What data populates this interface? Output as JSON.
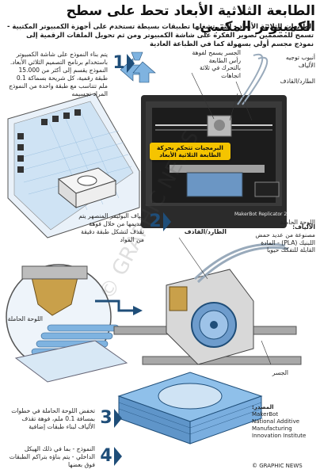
{
  "title": "الطابعة الثلاثية الأبعاد تحط على سطح الكمبيوتر المكتبي",
  "intro": "الطابعات الثلاثية الأبعاد - التي تشغلها تطبيقات بسيطة تستخدم على أجهزة الكمبيوتر المكتبية - تسمح للمصممين تصوير الفكرة على شاشة الكمبيوتر ومن ثم تحويل الملفات الرقمية إلى نموذج مجسم أولي بسهولة كما في الطباعة العادية",
  "steps": [
    {
      "number": "1",
      "text": "يتم بناء النموذج على شاشة الكمبيوتر باستخدام برنامج التصميم الثلاثي الأبعاد. النموذج يقسم إلى أكثر من 15.000 طبقة رقمية، كل شريحة بسماكة 0.1 ملم تتناسب مع طبقة واحدة من النموذج المراد تجسيمه"
    },
    {
      "number": "2",
      "text": "ألياف البوليمر المنصهر يتم تقديمها من خلال فوهة تقذف لتشكل طبقة دقيقة من المواد"
    },
    {
      "number": "3",
      "text": "تخفض اللوحة الحاملة في خطوات بمسافة 0.1 ملم، فوهة تقذف الألياف لبناء طبقات إضافية"
    },
    {
      "number": "4",
      "text": "النموذج - بما في ذلك الهيكل الداخلي - يتم بناؤه بتراكم الطبقات فوق بعضها"
    }
  ],
  "labels": {
    "bridge": "الجسر يسمح لفوهة رأس الطابعة بالتحرك في ثلاثة اتجاهات",
    "feed_tube": "أنبوب توجيه الألياف",
    "extruder_top": "الطارد/القاذف",
    "platform_top": "اللوحة الحاملة",
    "extruder_mid": "الطارد/القاذف",
    "platform_left": "اللوحة الحاملة",
    "bridge_bottom": "الجسر",
    "software_banner": "البرمجيات تتحكم بحركة الطابعة الثلاثية الأبعاد",
    "printer_brand": "MakerBot Replicator 2"
  },
  "fibers": {
    "title": "الألياف:",
    "text": "مصنوعة من عديد حمض اللبنيك (PLA) - المادة القابلة للتفكك حيويا"
  },
  "source": {
    "heading": "المصدر:",
    "lines": [
      "MakerBot",
      "National Additive",
      "Manufacturing",
      "Innovation Institute"
    ]
  },
  "credit": "© GRAPHIC NEWS",
  "colors": {
    "accent": "#1f4e79",
    "banner": "#f5c400",
    "printer_frame": "#2b2b2b",
    "model_blue": "#7fb3e0"
  }
}
